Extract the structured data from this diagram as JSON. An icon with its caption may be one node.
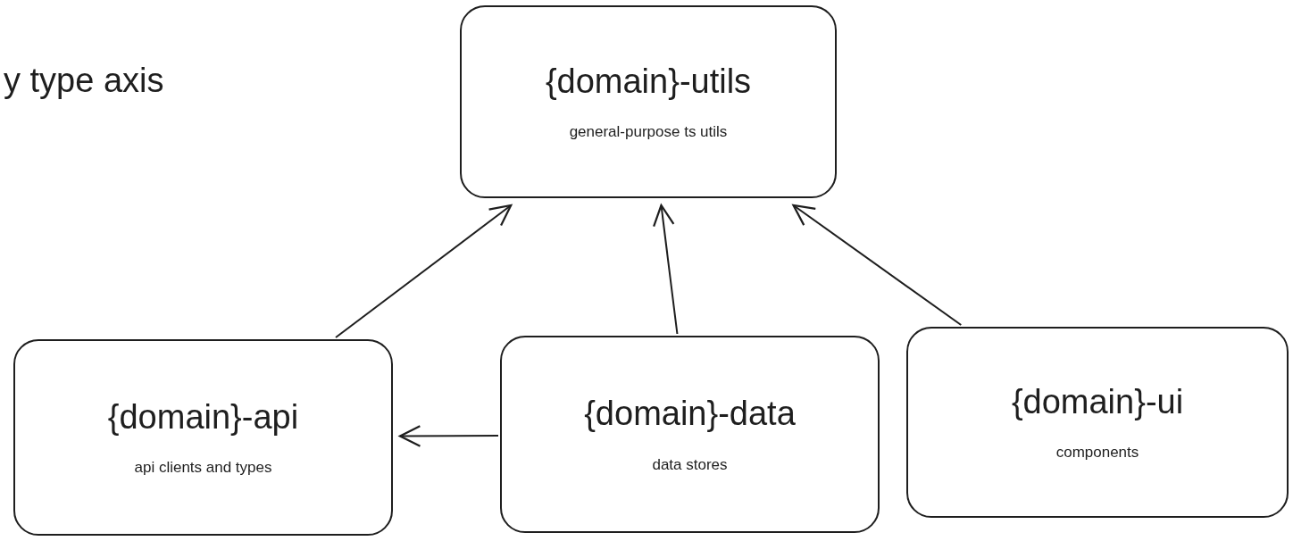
{
  "diagram": {
    "nodes": [
      {
        "text": [
          "{domain}-utils",
          "general-purpose ts utils"
        ]
      },
      {
        "text": [
          "{domain}-api",
          "api clients and types"
        ]
      },
      {
        "text": [
          "{domain}-data",
          "data stores"
        ]
      },
      {
        "text": [
          "{domain}-ui",
          "components"
        ]
      }
    ],
    "edges": [
      {
        "from": 1,
        "to": 0,
        "arrow": "to"
      },
      {
        "from": 2,
        "to": 0,
        "arrow": "to"
      },
      {
        "from": 3,
        "to": 0,
        "arrow": "to"
      },
      {
        "from": 2,
        "to": 1,
        "arrow": "to"
      }
    ],
    "labels": [
      "y type axis"
    ]
  }
}
